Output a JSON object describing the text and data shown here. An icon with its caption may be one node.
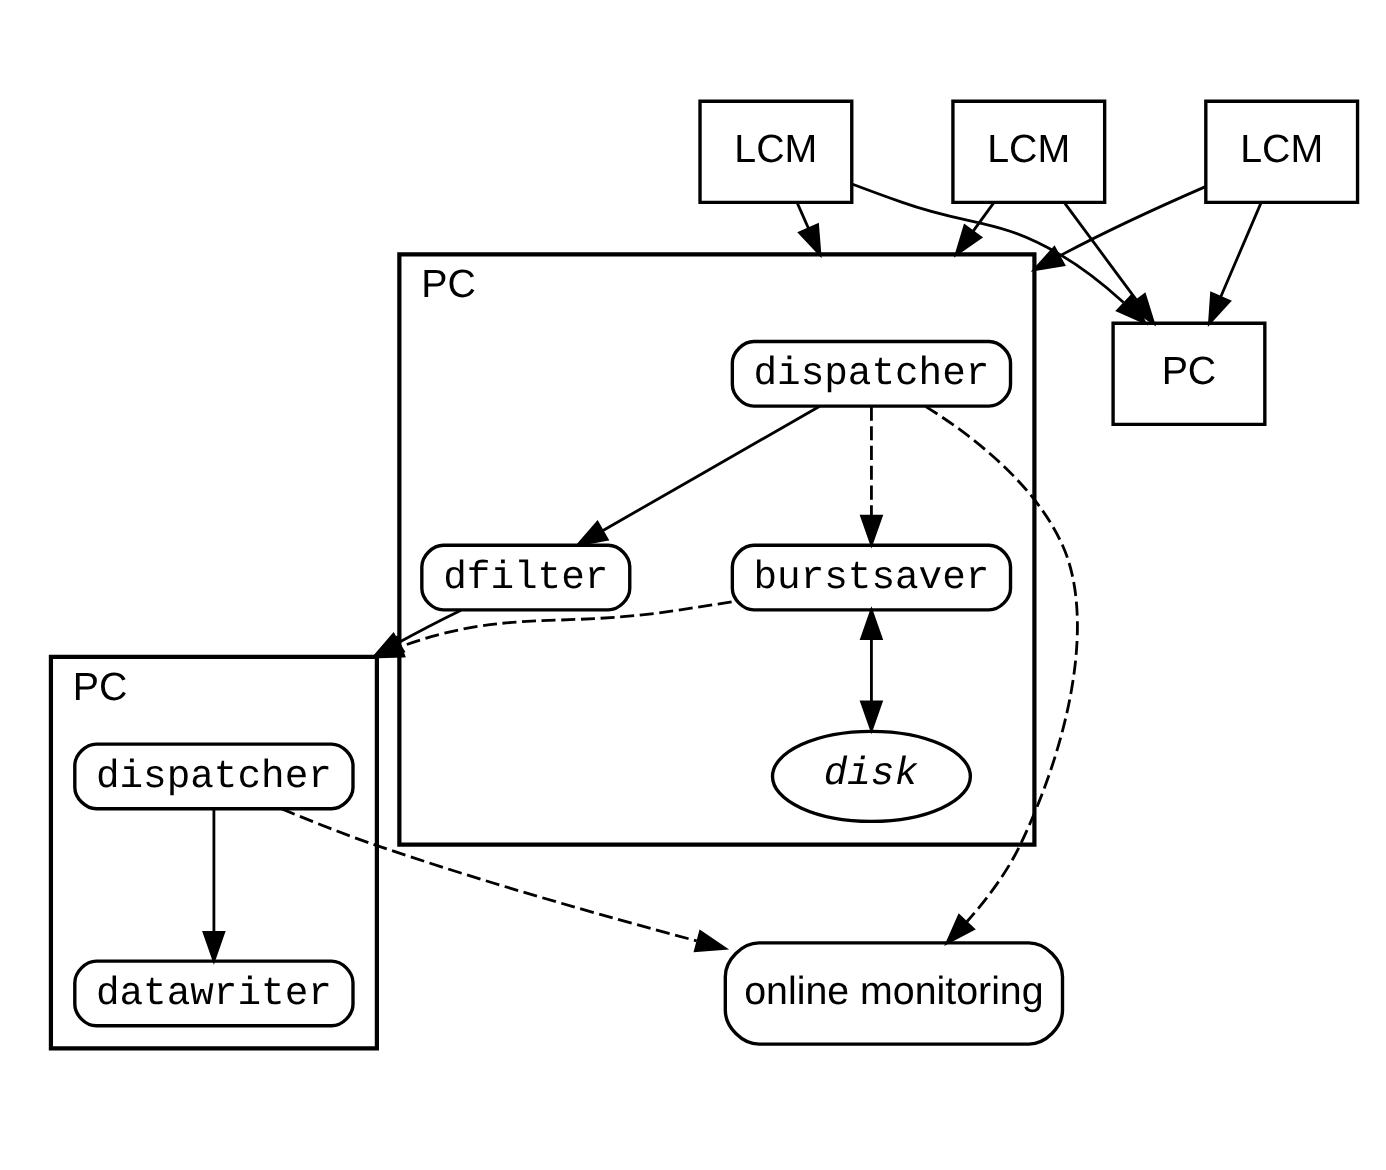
{
  "diagram": {
    "nodes": [
      {
        "text": [
          "LCM"
        ]
      },
      {
        "text": [
          "LCM"
        ]
      },
      {
        "text": [
          "LCM"
        ]
      },
      {
        "text": [
          "PC"
        ]
      },
      {
        "text": [
          "dispatcher"
        ],
        "in": 3
      },
      {
        "text": [
          "burstsaver"
        ],
        "in": 3
      },
      {
        "text": [
          "dfilter"
        ],
        "in": 3
      },
      {
        "text": [
          "disk"
        ],
        "in": 3
      },
      {
        "text": [
          "PC"
        ]
      },
      {
        "text": [
          "PC"
        ]
      },
      {
        "text": [
          "dispatcher"
        ],
        "in": 9
      },
      {
        "text": [
          "datawriter"
        ],
        "in": 9
      },
      {
        "text": [
          "online monitoring"
        ]
      }
    ],
    "edges": [
      {
        "from": 0,
        "to": 3,
        "arrow": "to"
      },
      {
        "from": 0,
        "to": 8,
        "arrow": "to"
      },
      {
        "from": 1,
        "to": 3,
        "arrow": "to"
      },
      {
        "from": 1,
        "to": 8,
        "arrow": "to"
      },
      {
        "from": 2,
        "to": 3,
        "arrow": "to"
      },
      {
        "from": 2,
        "to": 8,
        "arrow": "to"
      },
      {
        "from": 4,
        "to": 5,
        "arrow": "to",
        "style": "dashed"
      },
      {
        "from": 4,
        "to": 6,
        "arrow": "to"
      },
      {
        "from": 4,
        "to": 12,
        "arrow": "to",
        "style": "dashed"
      },
      {
        "from": 5,
        "to": 7,
        "arrow": "both"
      },
      {
        "from": 5,
        "to": 9,
        "arrow": "to",
        "style": "dashed"
      },
      {
        "from": 6,
        "to": 9,
        "arrow": "to"
      },
      {
        "from": 10,
        "to": 11,
        "arrow": "to"
      },
      {
        "from": 10,
        "to": 12,
        "arrow": "to",
        "style": "dashed"
      }
    ]
  }
}
